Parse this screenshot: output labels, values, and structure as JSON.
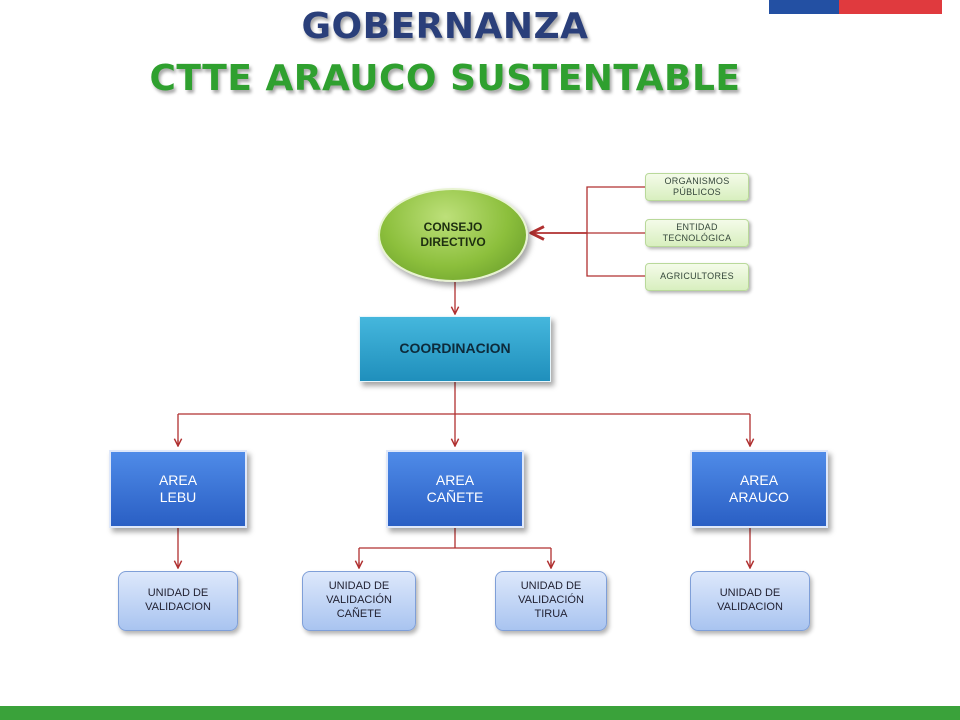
{
  "header": {
    "title_line1": "GOBERNANZA",
    "title_line2": "CTTE ARAUCO SUSTENTABLE"
  },
  "colors": {
    "title1": "#2a3f7a",
    "title2": "#2fa02f",
    "connector": "#b03030",
    "flag_blue": "#2350a3",
    "flag_red": "#e03a3e",
    "bottom_bar": "#3aa23a"
  },
  "diagram": {
    "council": {
      "line1": "CONSEJO",
      "line2": "DIRECTIVO"
    },
    "members": [
      {
        "line1": "ORGANISMOS",
        "line2": "PÚBLICOS"
      },
      {
        "line1": "ENTIDAD",
        "line2": "TECNOLÓGICA"
      },
      {
        "line1": "AGRICULTORES"
      }
    ],
    "coordination": "COORDINACION",
    "areas": [
      {
        "line1": "AREA",
        "line2": "LEBU"
      },
      {
        "line1": "AREA",
        "line2": "CAÑETE"
      },
      {
        "line1": "AREA",
        "line2": "ARAUCO"
      }
    ],
    "units": [
      {
        "line1": "UNIDAD DE",
        "line2": "VALIDACION"
      },
      {
        "line1": "UNIDAD DE",
        "line2": "VALIDACIÓN",
        "line3": "CAÑETE"
      },
      {
        "line1": "UNIDAD DE",
        "line2": "VALIDACIÓN",
        "line3": "TIRUA"
      },
      {
        "line1": "UNIDAD DE",
        "line2": "VALIDACION"
      }
    ]
  }
}
